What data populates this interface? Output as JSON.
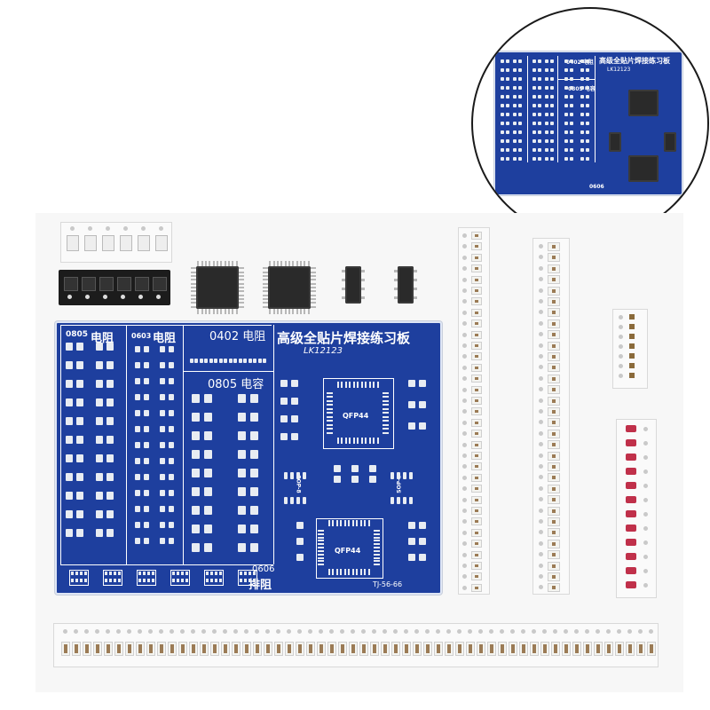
{
  "board": {
    "title": "高级全贴片焊接练习板",
    "model": "LK12123",
    "section_0805_res_size": "0805",
    "section_0805_res_label": "电阻",
    "section_0603_res_size": "0603",
    "section_0603_res_label": "电阻",
    "section_0402_res": "0402 电阻",
    "section_0805_cap": "0805 电容",
    "section_0606_size": "0606",
    "section_0606_label": "排阻",
    "qfp_top": "QFP44",
    "qfp_bottom": "QFP44",
    "sop_left": "SOP-8",
    "sop_right": "SOP-8",
    "footer_mark": "TJ-56-66",
    "color_pcb": "#1e3f9e",
    "color_silk": "#ffffff"
  },
  "inset": {
    "title": "高级全贴片焊接练习板",
    "model": "LK12123",
    "section_0402": "0402 电阻",
    "section_0805": "0805 电容",
    "section_0606": "0606"
  }
}
